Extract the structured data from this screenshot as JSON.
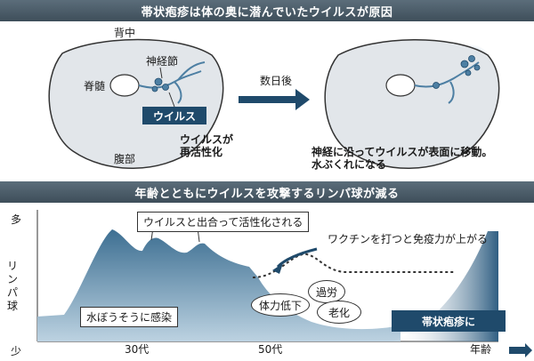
{
  "title_top": "帯状疱疹は体の奥に潜んでいたウイルスが原因",
  "title_bottom": "年齢とともにウイルスを攻撃するリンパ球が減る",
  "cross_section": {
    "back": "背中",
    "nerve_ganglion": "神経節",
    "spinal_cord": "脊髄",
    "virus": "ウイルス",
    "reactivation": "ウイルスが\n再活性化",
    "abdomen": "腹部",
    "days_later": "数日後",
    "caption": "神経に沿ってウイルスが表面に移動。\n水ぶくれになる"
  },
  "chart": {
    "y_high": "多",
    "y_title": "リンパ球",
    "y_low": "少",
    "x_ticks": [
      "30代",
      "50代"
    ],
    "x_label": "年齢",
    "callout_activation": "ウイルスと出合って活性化される",
    "callout_vaccine": "ワクチンを打つと免疫力が上がる",
    "chickenpox": "水ぼうそうに感染",
    "factors": [
      "過労",
      "体力低下",
      "老化"
    ],
    "shingles": "帯状疱疹に"
  },
  "colors": {
    "banner": "#4a5a66",
    "accent": "#1f4a6b",
    "body_fill": "#e2e6ea",
    "nerve": "#4d7fa3"
  }
}
